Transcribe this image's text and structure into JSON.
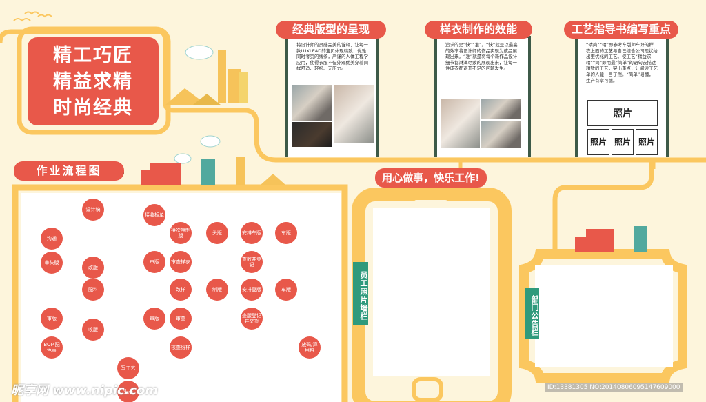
{
  "main_title_lines": [
    "精工巧匠",
    "精益求精",
    "时尚经典"
  ],
  "boards": [
    {
      "title": "经典版型的呈现",
      "text": "将设计师的灵感完美的诠释，让每一款LUXLEAD的宝贝体现精致、优雅同时考究的线条，严谨的人体工程学应用，使得衣服不但外观优美穿着同样舒适、轻松、无压力。"
    },
    {
      "title": "样衣制作的效能",
      "text": "追求的是“快”“准”。“快”就是以最高的效率将设计师的作品实现为成品展现出来。“准”就是将每个新作品设计细节都淋漓尽致的展现出来，让每一件成衣都避开不足的问题发生。"
    },
    {
      "title": "工艺指导书编写重点",
      "text": "“精简”“精”即参考车版师车好的样衣上面的工艺与自己结合公司现状给出更优化的工艺。使工艺“精益求精”“简”即用最“简单”的语句去描述精致的工艺，突出重点，让阅读工艺单的人能一目了然。“简单”易懂，生产有章可循。",
      "photo_label": "照片",
      "photo_small": [
        "照片",
        "照片",
        "照片"
      ]
    }
  ],
  "flow_title": "作业流程图",
  "slogan": "用心做事，快乐工作!",
  "photo_wall_label": "员工照片墙栏",
  "notice_label": "部门公告栏",
  "flow_nodes": [
    "设计稿",
    "接收板单",
    "沟通",
    "接次序制版",
    "头版",
    "安排车版",
    "车版",
    "审头版",
    "改版",
    "审版",
    "审查样衣",
    "查收并登记",
    "配料",
    "改样",
    "制版",
    "安排复版",
    "车版",
    "审版",
    "收版",
    "审版",
    "审查",
    "查版登记并交货",
    "BOM配色表",
    "核查纸样",
    "放码/算用料",
    "写工艺",
    "生产"
  ],
  "watermark_left": "昵享网 www.nipic.com",
  "watermark_right": "ID:13381305 NO:20140806095147609000"
}
